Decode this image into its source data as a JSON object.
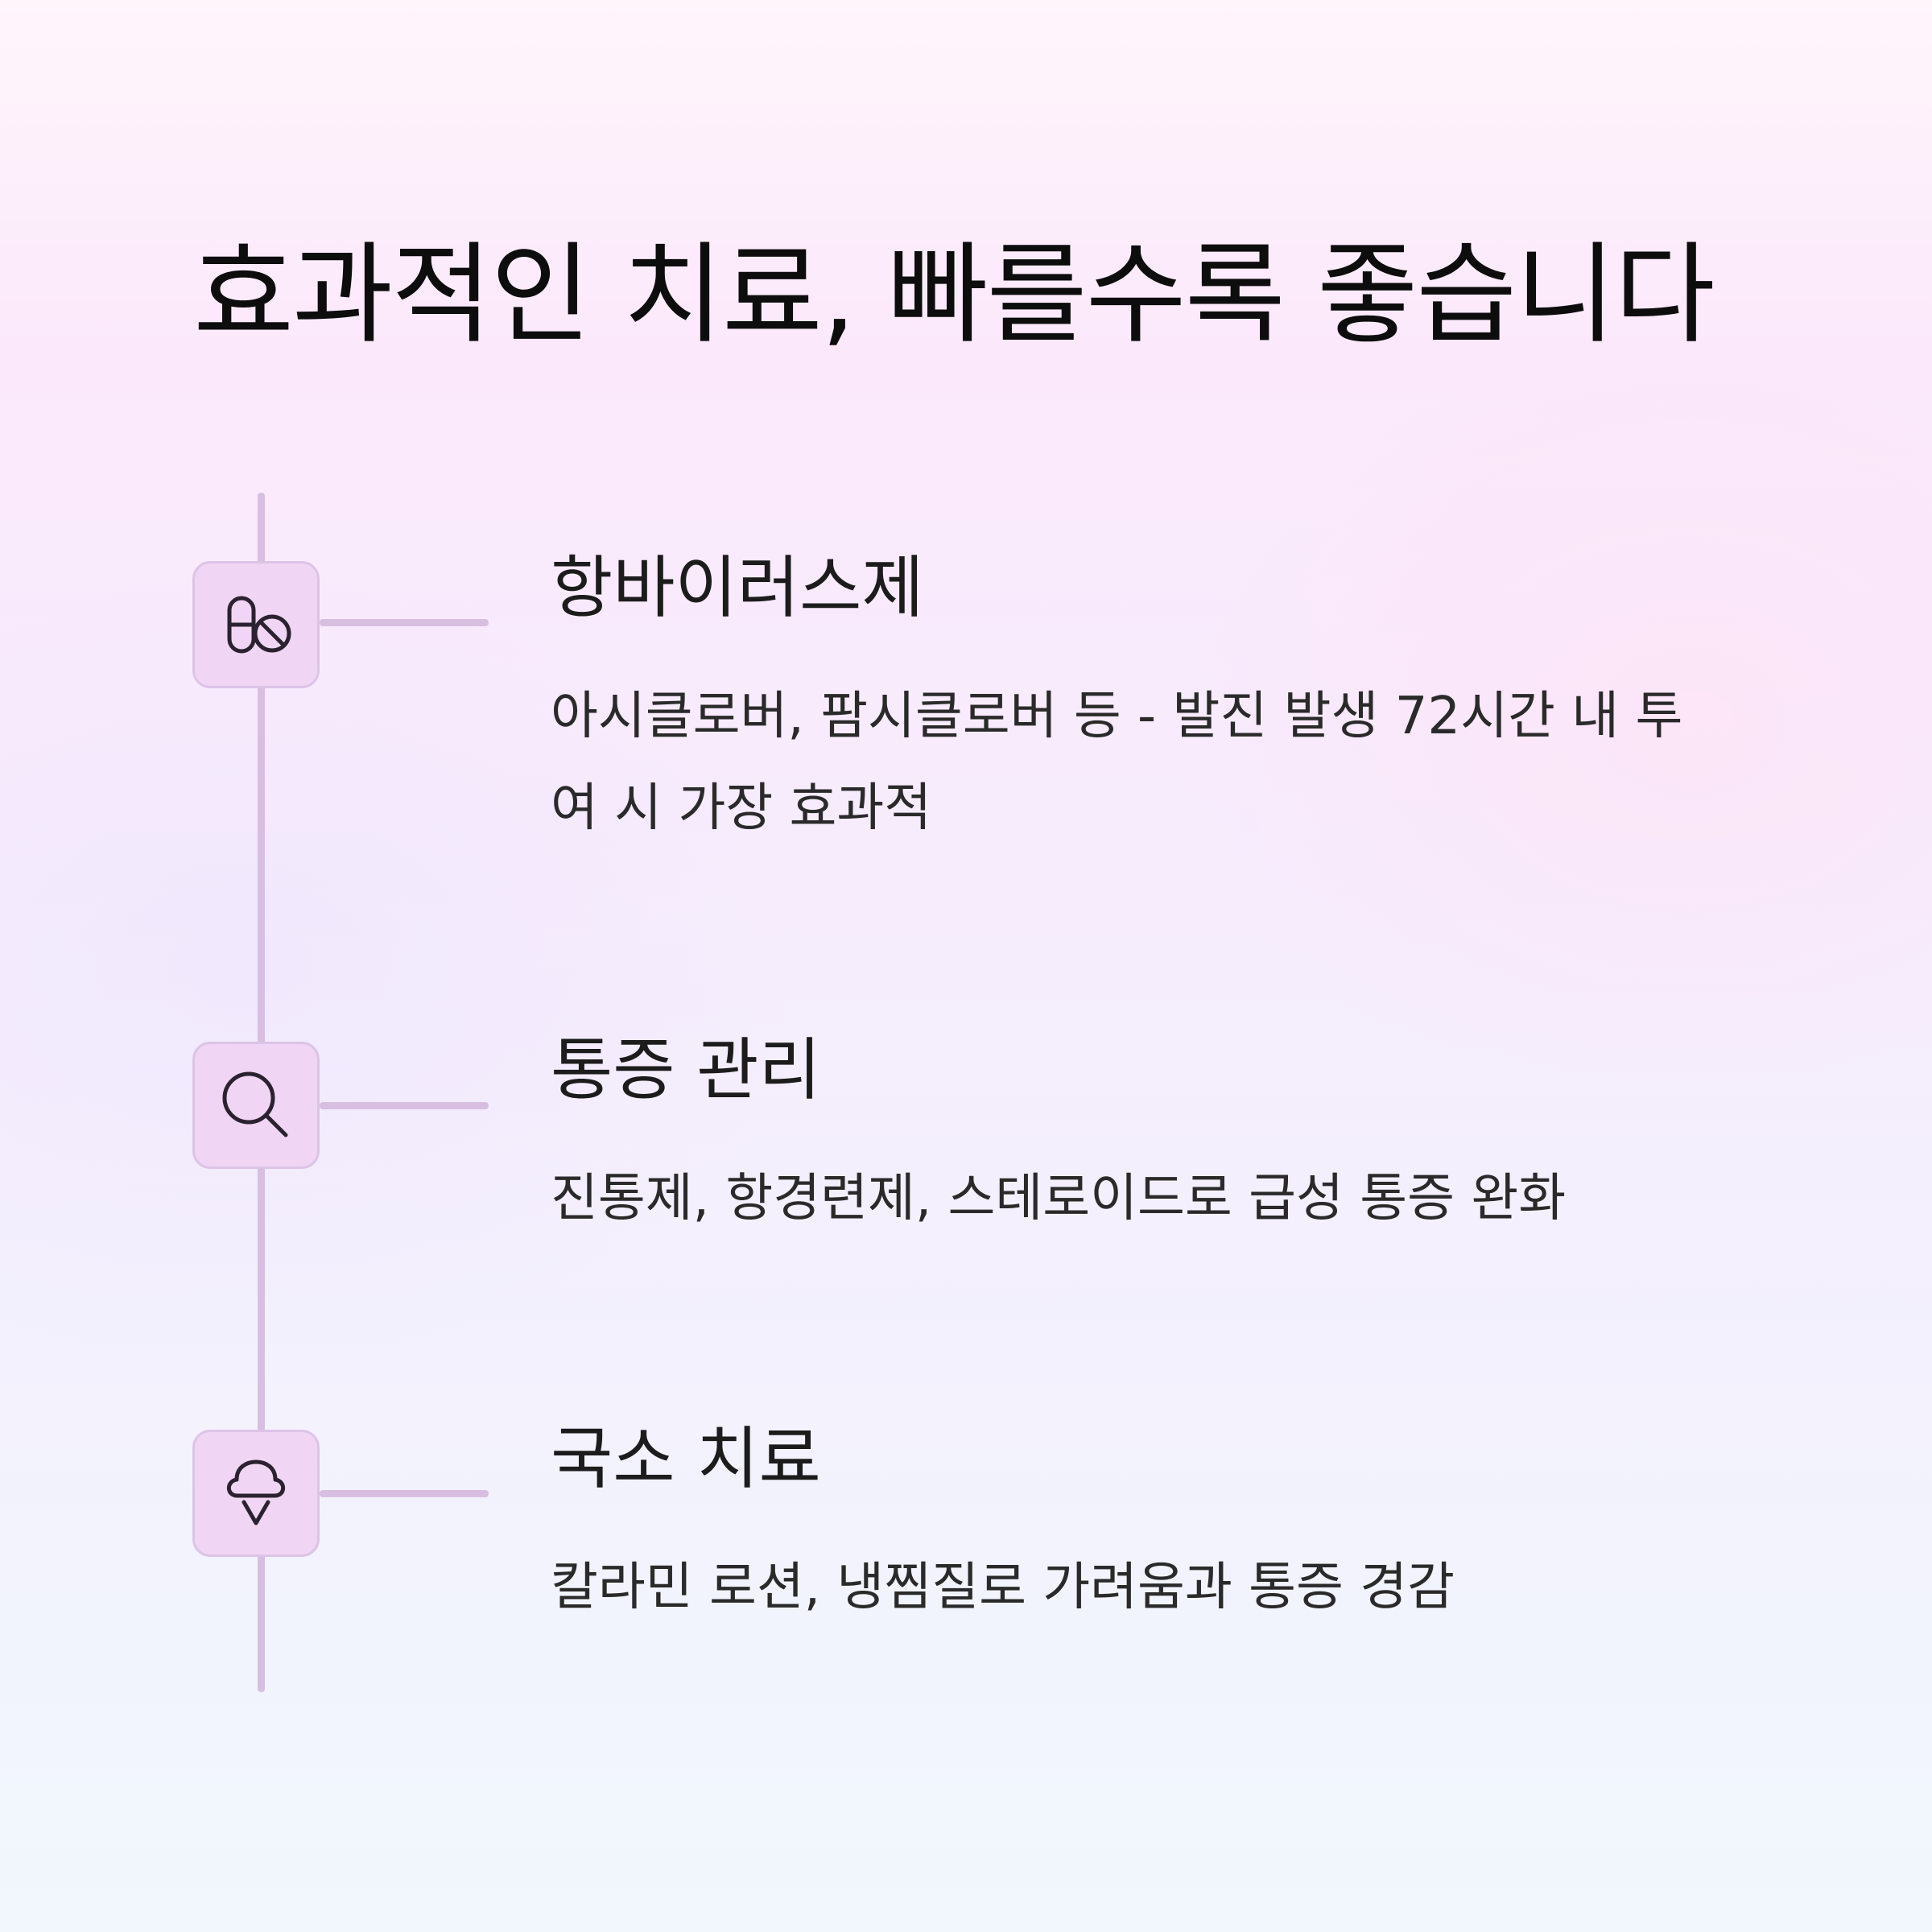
{
  "title": "효과적인 치료, 빠를수록 좋습니다",
  "items": [
    {
      "icon": "pill-icon",
      "title": "항바이러스제",
      "description": "아시클로버, 팜시클로버 등 - 발진 발생 72시간 내 투여 시 가장 효과적"
    },
    {
      "icon": "magnifier-icon",
      "title": "통증 관리",
      "description": "진통제, 항경련제, 스테로이드로 급성 통증 완화"
    },
    {
      "icon": "ice-cream-icon",
      "title": "국소 치료",
      "description": "칼라민 로션, 냉찜질로 가려움과 통증 경감"
    }
  ],
  "colors": {
    "accent_line": "#d8bfe2",
    "icon_fill": "#f0d5f4",
    "icon_stroke": "#2b2230",
    "text": "#1c1c1c"
  }
}
